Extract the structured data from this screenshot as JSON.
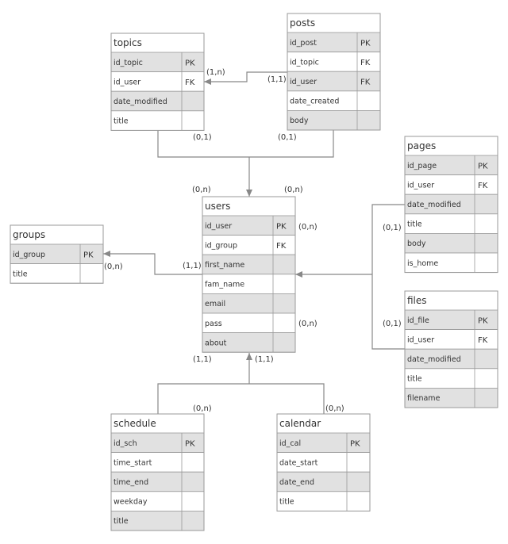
{
  "tables": {
    "topics": {
      "title": "topics",
      "fields": [
        {
          "name": "id_topic",
          "key": "PK"
        },
        {
          "name": "id_user",
          "key": "FK"
        },
        {
          "name": "date_modified",
          "key": ""
        },
        {
          "name": "title",
          "key": ""
        }
      ]
    },
    "posts": {
      "title": "posts",
      "fields": [
        {
          "name": "id_post",
          "key": "PK"
        },
        {
          "name": "id_topic",
          "key": "FK"
        },
        {
          "name": "id_user",
          "key": "FK"
        },
        {
          "name": "date_created",
          "key": ""
        },
        {
          "name": "body",
          "key": ""
        }
      ]
    },
    "pages": {
      "title": "pages",
      "fields": [
        {
          "name": "id_page",
          "key": "PK"
        },
        {
          "name": "id_user",
          "key": "FK"
        },
        {
          "name": "date_modified",
          "key": ""
        },
        {
          "name": "title",
          "key": ""
        },
        {
          "name": "body",
          "key": ""
        },
        {
          "name": "is_home",
          "key": ""
        }
      ]
    },
    "users": {
      "title": "users",
      "fields": [
        {
          "name": "id_user",
          "key": "PK"
        },
        {
          "name": "id_group",
          "key": "FK"
        },
        {
          "name": "first_name",
          "key": ""
        },
        {
          "name": "fam_name",
          "key": ""
        },
        {
          "name": "email",
          "key": ""
        },
        {
          "name": "pass",
          "key": ""
        },
        {
          "name": "about",
          "key": ""
        }
      ]
    },
    "groups": {
      "title": "groups",
      "fields": [
        {
          "name": "id_group",
          "key": "PK"
        },
        {
          "name": "title",
          "key": ""
        }
      ]
    },
    "files": {
      "title": "files",
      "fields": [
        {
          "name": "id_file",
          "key": "PK"
        },
        {
          "name": "id_user",
          "key": "FK"
        },
        {
          "name": "date_modified",
          "key": ""
        },
        {
          "name": "title",
          "key": ""
        },
        {
          "name": "filename",
          "key": ""
        }
      ]
    },
    "schedule": {
      "title": "schedule",
      "fields": [
        {
          "name": "id_sch",
          "key": "PK"
        },
        {
          "name": "time_start",
          "key": ""
        },
        {
          "name": "time_end",
          "key": ""
        },
        {
          "name": "weekday",
          "key": ""
        },
        {
          "name": "title",
          "key": ""
        }
      ]
    },
    "calendar": {
      "title": "calendar",
      "fields": [
        {
          "name": "id_cal",
          "key": "PK"
        },
        {
          "name": "date_start",
          "key": ""
        },
        {
          "name": "date_end",
          "key": ""
        },
        {
          "name": "title",
          "key": ""
        }
      ]
    }
  },
  "relationships": [
    {
      "from": "posts",
      "to": "topics",
      "from_card": "(1,1)",
      "to_card": "(1,n)"
    },
    {
      "from": "topics",
      "to": "users",
      "from_card": "(0,1)",
      "to_card": "(0,n)"
    },
    {
      "from": "posts",
      "to": "users",
      "from_card": "(0,1)",
      "to_card": "(0,n)"
    },
    {
      "from": "users",
      "to": "groups",
      "from_card": "(1,1)",
      "to_card": "(0,n)"
    },
    {
      "from": "pages",
      "to": "users",
      "from_card": "(0,1)",
      "to_card": "(0,n)"
    },
    {
      "from": "files",
      "to": "users",
      "from_card": "(0,1)",
      "to_card": "(0,n)"
    },
    {
      "from": "schedule",
      "to": "users",
      "from_card": "(0,n)",
      "to_card": "(1,1)"
    },
    {
      "from": "calendar",
      "to": "users",
      "from_card": "(0,n)",
      "to_card": "(1,1)"
    }
  ],
  "colors": {
    "line": "#888888",
    "border": "#999999",
    "row_shade": "#e1e1e1",
    "row_plain": "#ffffff",
    "text": "#333333"
  }
}
